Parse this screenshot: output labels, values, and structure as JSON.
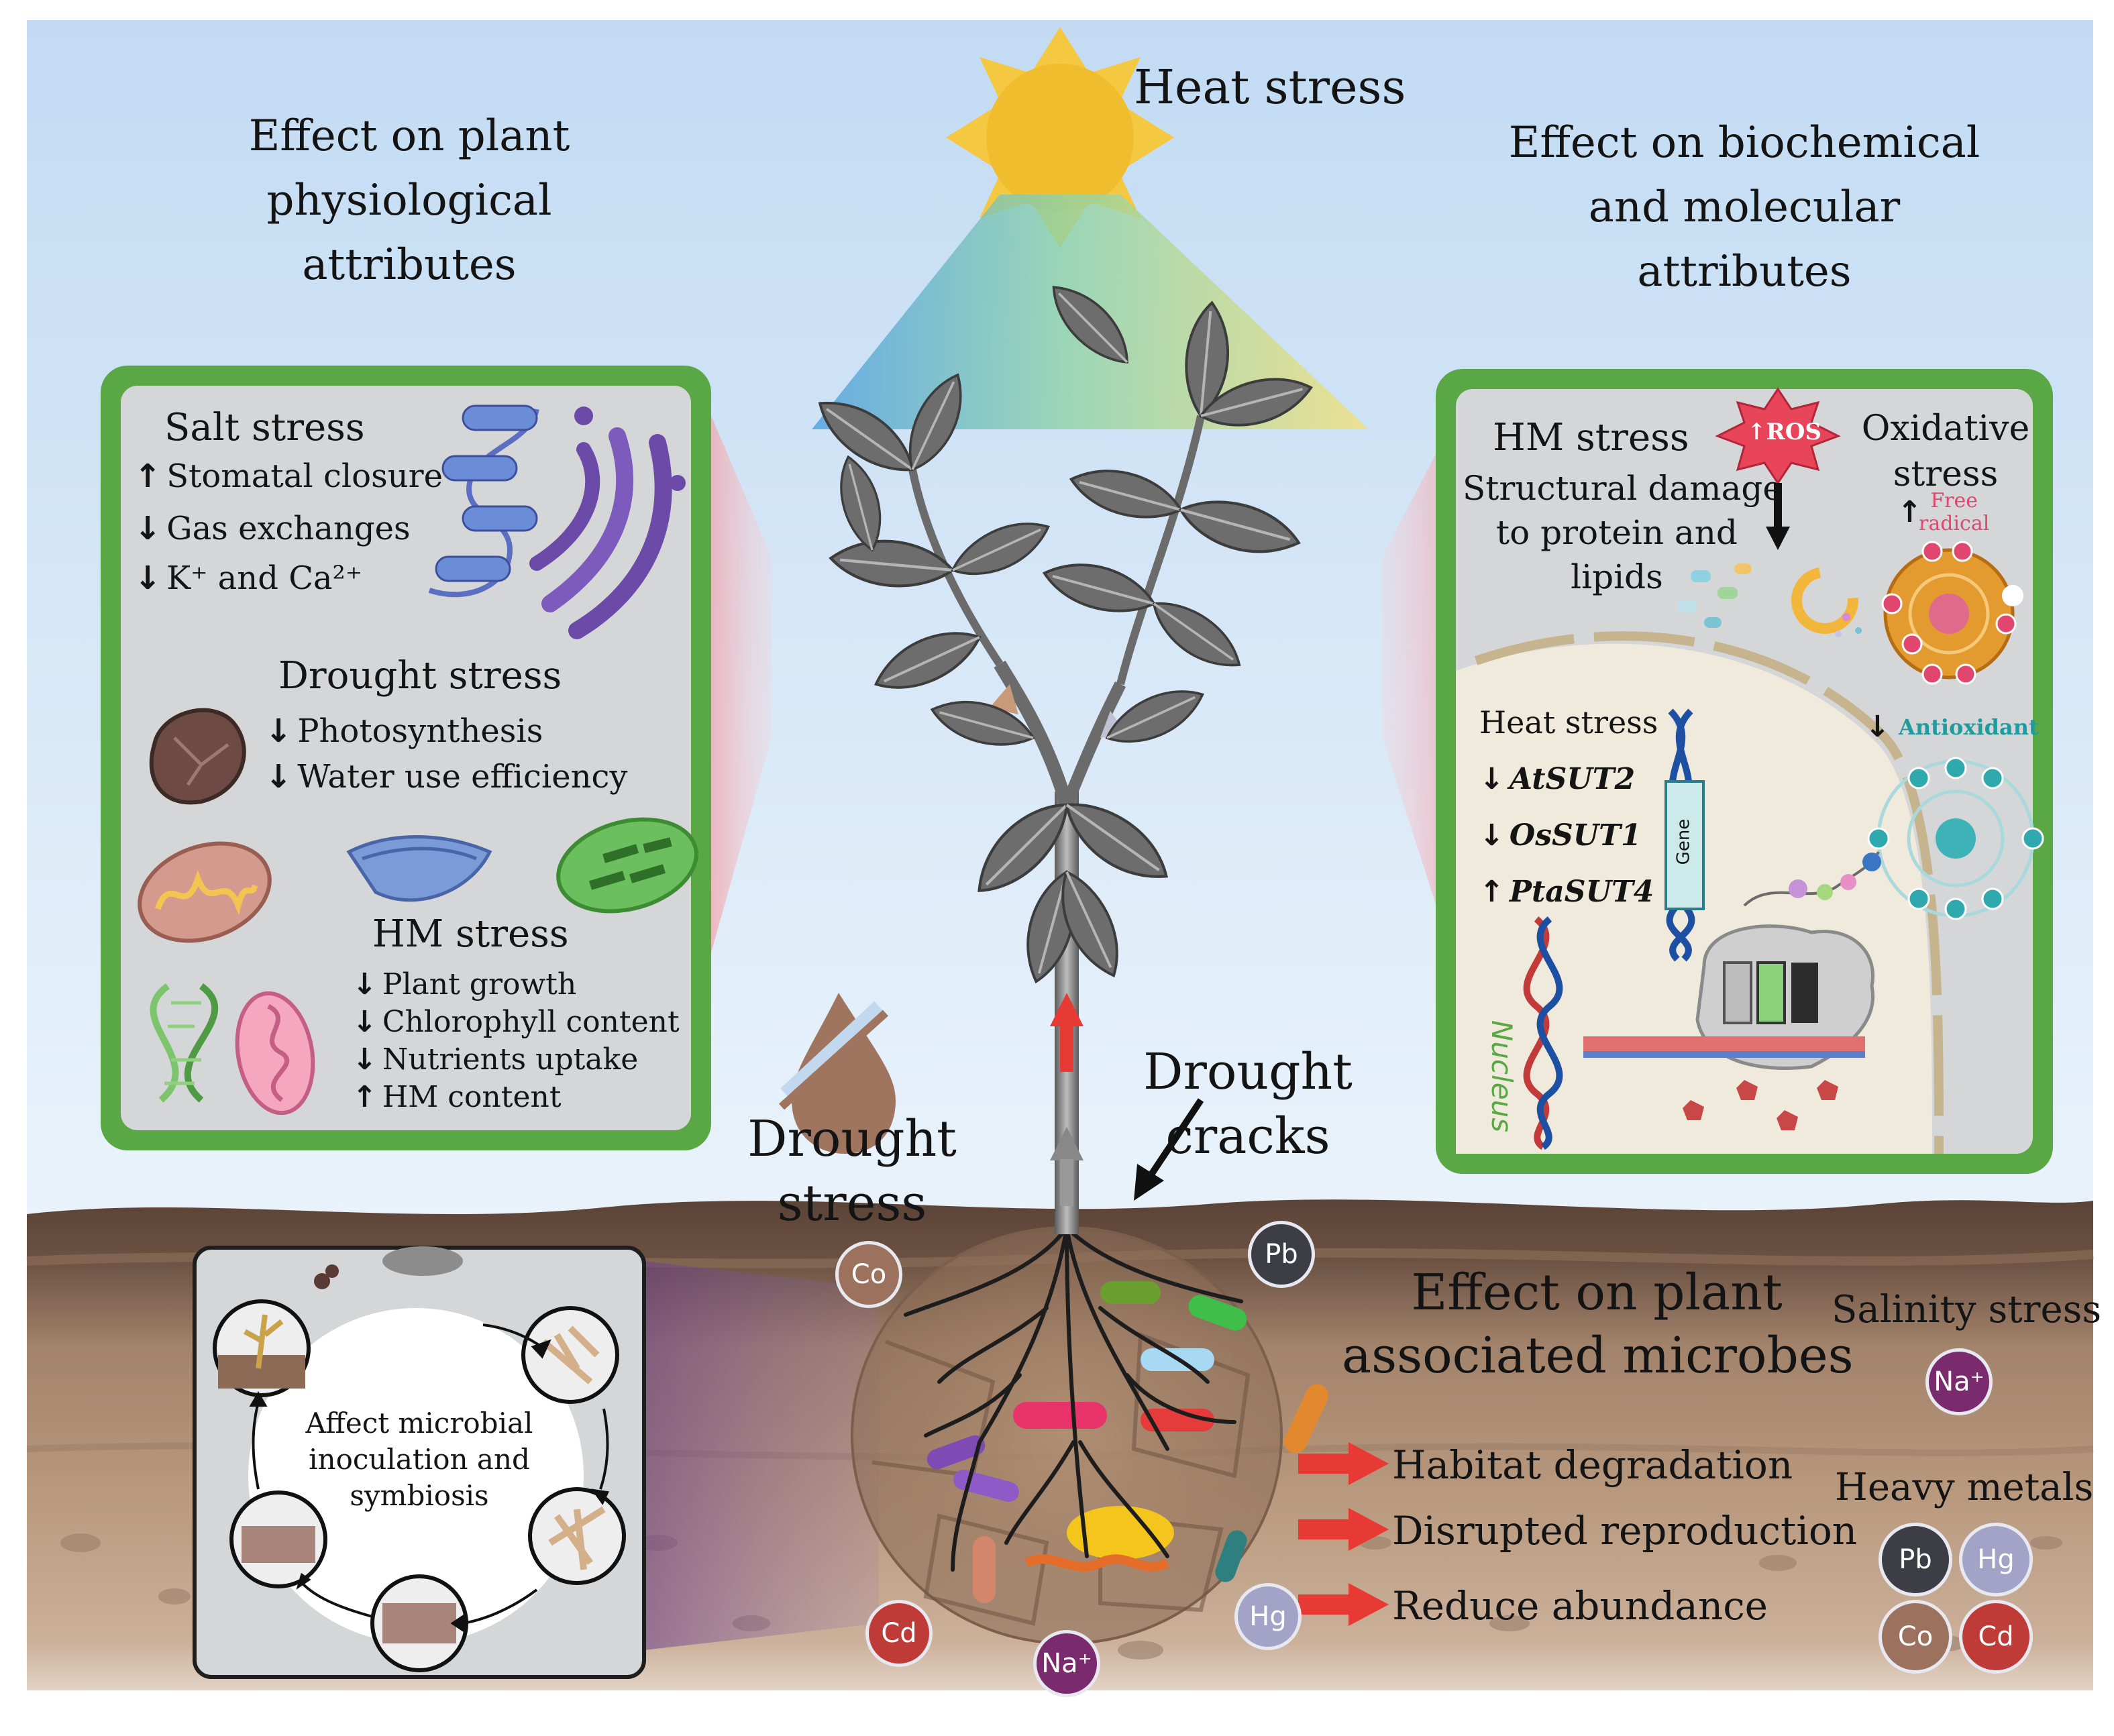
{
  "titles": {
    "heat": "Heat stress",
    "physio": [
      "Effect on plant",
      "physiological",
      "attributes"
    ],
    "biochem": [
      "Effect on biochemical",
      "and molecular",
      "attributes"
    ],
    "microbes": [
      "Effect on plant",
      "associated microbes"
    ],
    "drought_stress": [
      "Drought",
      "stress"
    ],
    "drought_cracks": [
      "Drought",
      "cracks"
    ]
  },
  "left_panel": {
    "salt_heading": "Salt stress",
    "salt_items": [
      {
        "dir": "↑",
        "text": "Stomatal closure"
      },
      {
        "dir": "↓",
        "text": "Gas exchanges"
      },
      {
        "dir": "↓",
        "text": "K⁺ and Ca²⁺"
      }
    ],
    "drought_heading": "Drought stress",
    "drought_items": [
      {
        "dir": "↓",
        "text": "Photosynthesis"
      },
      {
        "dir": "↓",
        "text": "Water use efficiency"
      }
    ],
    "hm_heading": "HM stress",
    "hm_items": [
      {
        "dir": "↓",
        "text": "Plant growth"
      },
      {
        "dir": "↓",
        "text": "Chlorophyll content"
      },
      {
        "dir": "↓",
        "text": "Nutrients uptake"
      },
      {
        "dir": "↑",
        "text": "HM content"
      }
    ]
  },
  "right_panel": {
    "hm_heading": "HM  stress",
    "ros_label": "↑ROS",
    "damage_text": [
      "Structural damage",
      "to protein and",
      "lipids"
    ],
    "oxidative": [
      "Oxidative",
      "stress"
    ],
    "free_radical_arrow": "↑",
    "free_radical": [
      "Free",
      "radical"
    ],
    "antioxidant_arrow": "↓",
    "antioxidant": "Antioxidant",
    "heat_heading": "Heat stress",
    "genes": [
      {
        "dir": "↓",
        "text": "AtSUT2"
      },
      {
        "dir": "↓",
        "text": "OsSUT1"
      },
      {
        "dir": "↑",
        "text": "PtaSUT4"
      }
    ],
    "gene_label": "Gene",
    "nucleus_label": "Nucleus"
  },
  "microbial_box": {
    "text": [
      "Affect microbial",
      "inoculation and",
      "symbiosis"
    ]
  },
  "microbe_effects": [
    "Habitat degradation",
    "Disrupted reproduction",
    "Reduce abundance"
  ],
  "salinity": {
    "heading": "Salinity stress",
    "ion": "Na⁺"
  },
  "heavy_metals": {
    "heading": "Heavy metals",
    "ions": [
      "Pb",
      "Hg",
      "Co",
      "Cd"
    ]
  },
  "soil_ions": {
    "co": "Co",
    "pb": "Pb",
    "cd": "Cd",
    "na": "Na⁺",
    "hg": "Hg"
  },
  "colors": {
    "sky_top": "#c3dcf2",
    "soil_dark": "#5b4438",
    "soil_mid": "#9c7e67",
    "soil_light": "#c7a98f",
    "panel_border": "#5aa845",
    "panel_bg": "#d6d7d9",
    "sun": "#f0bd2e",
    "arrow_red": "#e83a35",
    "pb": "#3d3d46",
    "hg": "#a2a3c7",
    "co": "#9c725f",
    "cd": "#bf3b38",
    "na": "#7a2b6e"
  }
}
